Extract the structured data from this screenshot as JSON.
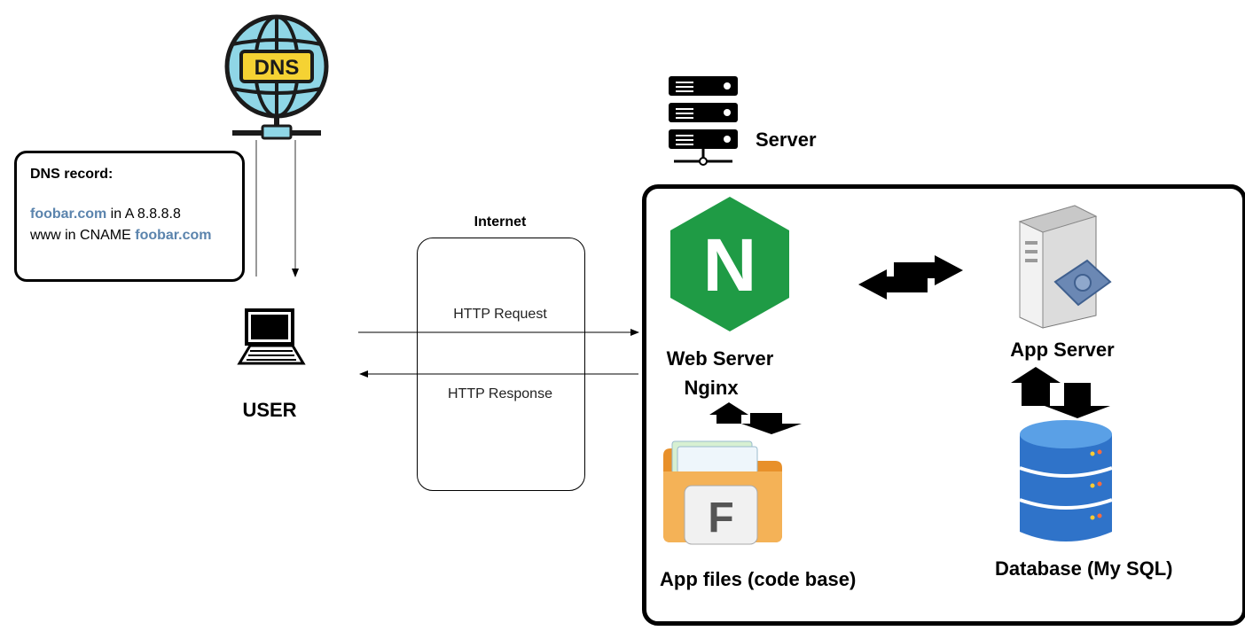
{
  "dns": {
    "icon_text": "DNS",
    "record_title": "DNS record:",
    "line1_domain": "foobar.com",
    "line1_rest": " in A 8.8.8.8",
    "line2_prefix": "www in CNAME ",
    "line2_domain": "foobar.com"
  },
  "user": {
    "label": "USER"
  },
  "internet": {
    "label": "Internet",
    "request": "HTTP Request",
    "response": "HTTP Response"
  },
  "server": {
    "label": "Server",
    "web_server_line1": "Web Server",
    "web_server_line2": "Nginx",
    "app_server": "App Server",
    "app_files": "App files (code base)",
    "database": "Database (My SQL)",
    "file_letter": "F",
    "nginx_letter": "N"
  },
  "colors": {
    "highlight": "#5b84ad",
    "nginx_green": "#1f9b45",
    "globe_cyan": "#8fd6e6",
    "dns_yellow": "#f5d233",
    "db_blue": "#2f73c9",
    "folder_orange": "#f0a23a"
  }
}
